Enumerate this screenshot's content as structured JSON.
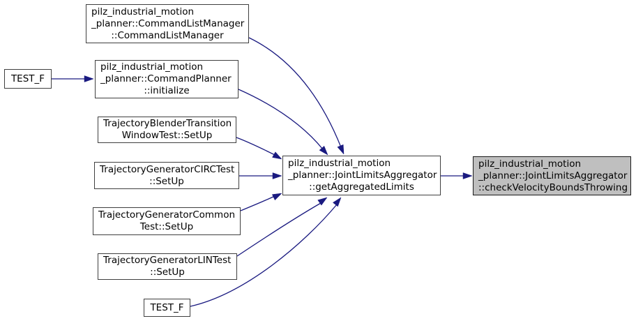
{
  "diagram": {
    "kind": "call-graph",
    "direction": "left-to-right"
  },
  "colors": {
    "edge": "#1a1a80",
    "node_border": "#3f3f3f",
    "node_fill": "#ffffff",
    "highlight_fill": "#bfbfbf",
    "text": "#000000",
    "background": "#ffffff"
  },
  "nodes": [
    {
      "id": "command-list-manager",
      "top": "pilz_industrial_motion\n_planner::CommandListManager",
      "last": "::CommandListManager",
      "highlighted": false
    },
    {
      "id": "test-f-top",
      "top": "",
      "last": "TEST_F",
      "highlighted": false
    },
    {
      "id": "command-planner-initialize",
      "top": "pilz_industrial_motion\n_planner::CommandPlanner",
      "last": "::initialize",
      "highlighted": false
    },
    {
      "id": "trajectory-blender-transition-window-test-setup",
      "top": "TrajectoryBlenderTransition",
      "last": "WindowTest::SetUp",
      "highlighted": false
    },
    {
      "id": "trajectory-generator-circ-test-setup",
      "top": "TrajectoryGeneratorCIRCTest",
      "last": "::SetUp",
      "highlighted": false
    },
    {
      "id": "trajectory-generator-common-test-setup",
      "top": "TrajectoryGeneratorCommon",
      "last": "Test::SetUp",
      "highlighted": false
    },
    {
      "id": "trajectory-generator-lin-test-setup",
      "top": "TrajectoryGeneratorLINTest",
      "last": "::SetUp",
      "highlighted": false
    },
    {
      "id": "test-f-bottom",
      "top": "",
      "last": "TEST_F",
      "highlighted": false
    },
    {
      "id": "get-aggregated-limits",
      "top": "pilz_industrial_motion\n_planner::JointLimitsAggregator",
      "last": "::getAggregatedLimits",
      "highlighted": false
    },
    {
      "id": "check-velocity-bounds-throwing",
      "top": "pilz_industrial_motion\n_planner::JointLimitsAggregator",
      "last": "::checkVelocityBoundsThrowing",
      "highlighted": true
    }
  ],
  "edges": [
    {
      "from": "test-f-top",
      "to": "command-planner-initialize"
    },
    {
      "from": "command-list-manager",
      "to": "get-aggregated-limits"
    },
    {
      "from": "command-planner-initialize",
      "to": "get-aggregated-limits"
    },
    {
      "from": "trajectory-blender-transition-window-test-setup",
      "to": "get-aggregated-limits"
    },
    {
      "from": "trajectory-generator-circ-test-setup",
      "to": "get-aggregated-limits"
    },
    {
      "from": "trajectory-generator-common-test-setup",
      "to": "get-aggregated-limits"
    },
    {
      "from": "trajectory-generator-lin-test-setup",
      "to": "get-aggregated-limits"
    },
    {
      "from": "test-f-bottom",
      "to": "get-aggregated-limits"
    },
    {
      "from": "get-aggregated-limits",
      "to": "check-velocity-bounds-throwing"
    }
  ]
}
